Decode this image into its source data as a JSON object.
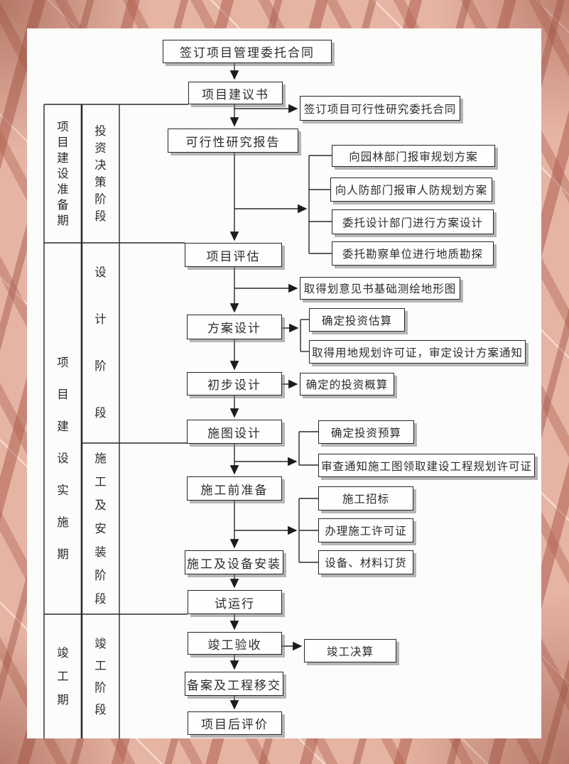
{
  "phase_table": {
    "periods": [
      {
        "label": "项目建设准备期"
      },
      {
        "label": "项目建设实施期"
      },
      {
        "label": "竣工期"
      }
    ],
    "stages": [
      {
        "label": "投资决策阶段"
      },
      {
        "label": "设计阶段"
      },
      {
        "label": "施工及安装阶段"
      },
      {
        "label": "竣工阶段"
      }
    ]
  },
  "flowchart": {
    "main_steps": [
      {
        "label": "签订项目管理委托合同"
      },
      {
        "label": "项目建议书"
      },
      {
        "label": "可行性研究报告"
      },
      {
        "label": "项目评估"
      },
      {
        "label": "方案设计"
      },
      {
        "label": "初步设计"
      },
      {
        "label": "施图设计"
      },
      {
        "label": "施工前准备"
      },
      {
        "label": "施工及设备安装"
      },
      {
        "label": "试运行"
      },
      {
        "label": "竣工验收"
      },
      {
        "label": "备案及工程移交"
      },
      {
        "label": "项目后评价"
      }
    ],
    "side_outputs": [
      {
        "label": "签订项目可行性研究委托合同"
      },
      {
        "label": "向园林部门报审规划方案"
      },
      {
        "label": "向人防部门报审人防规划方案"
      },
      {
        "label": "委托设计部门进行方案设计"
      },
      {
        "label": "委托勘察单位进行地质勘探"
      },
      {
        "label": "取得划意见书基础测绘地形图"
      },
      {
        "label": "确定投资估算"
      },
      {
        "label": "取得用地规划许可证，审定设计方案通知"
      },
      {
        "label": "确定的投资概算"
      },
      {
        "label": "确定投资预算"
      },
      {
        "label": "审查通知施工图领取建设工程规划许可证"
      },
      {
        "label": "施工招标"
      },
      {
        "label": "办理施工许可证"
      },
      {
        "label": "设备、材料订货"
      },
      {
        "label": "竣工决算"
      }
    ]
  },
  "colors": {
    "background_base": "#e6b4a3",
    "background_stripe": "#b5695a",
    "panel": "#fcfcfb",
    "line": "#262626"
  }
}
